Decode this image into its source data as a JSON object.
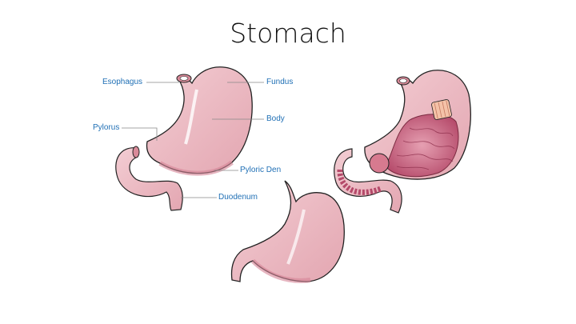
{
  "slide": {
    "title": "Stomach"
  },
  "labels": {
    "esophagus": "Esophagus",
    "fundus": "Fundus",
    "body": "Body",
    "pylorus": "Pylorus",
    "pyloric": "Pyloric Den",
    "duodenum": "Duodenum"
  },
  "colors": {
    "label_text": "#1f6fb5",
    "stomach_fill": "#eab4bd",
    "stomach_outline": "#222222",
    "mucosa": "#c25a78"
  }
}
